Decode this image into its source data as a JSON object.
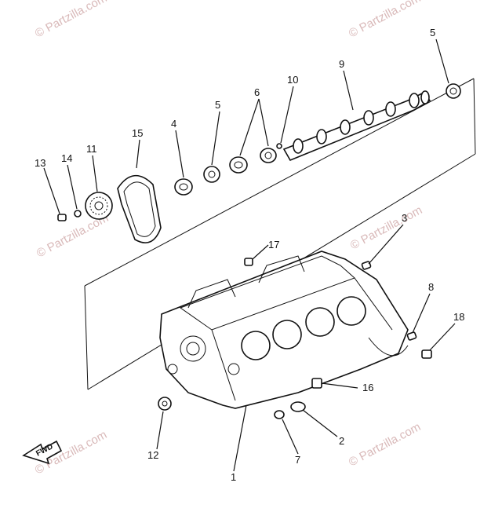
{
  "watermark": "© Partzilla.com",
  "forward_marker": "FWD",
  "callouts": {
    "c1": "1",
    "c2": "2",
    "c3": "3",
    "c4": "4",
    "c5a": "5",
    "c5b": "5",
    "c6": "6",
    "c7": "7",
    "c8": "8",
    "c9": "9",
    "c10": "10",
    "c11": "11",
    "c12": "12",
    "c13": "13",
    "c14": "14",
    "c15": "15",
    "c16": "16",
    "c17": "17",
    "c18": "18"
  }
}
